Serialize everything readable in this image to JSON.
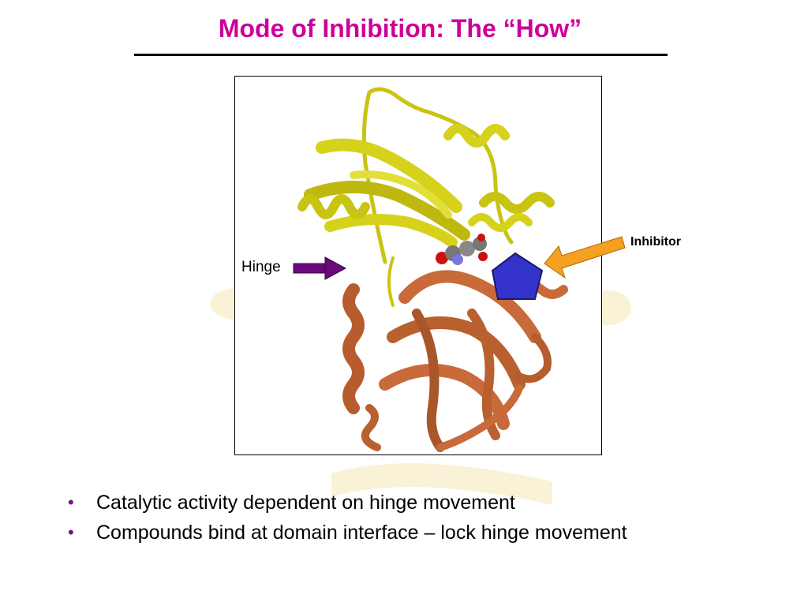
{
  "slide": {
    "title": "Mode of Inhibition: The “How”",
    "title_color": "#cc0099",
    "figure": {
      "hinge_label": "Hinge",
      "inhibitor_label": "Inhibitor",
      "n_domain_color": "#d4d01a",
      "c_domain_color": "#c86a3a",
      "inhibitor_shape_color": "#3333cc",
      "hinge_arrow_color": "#6a0a7a",
      "inhibitor_arrow_color": "#f5a020"
    },
    "bullets": [
      {
        "marker": "•",
        "text": "Catalytic activity dependent on hinge movement"
      },
      {
        "marker": "•",
        "text": "Compounds bind at domain interface – lock hinge movement"
      }
    ]
  }
}
